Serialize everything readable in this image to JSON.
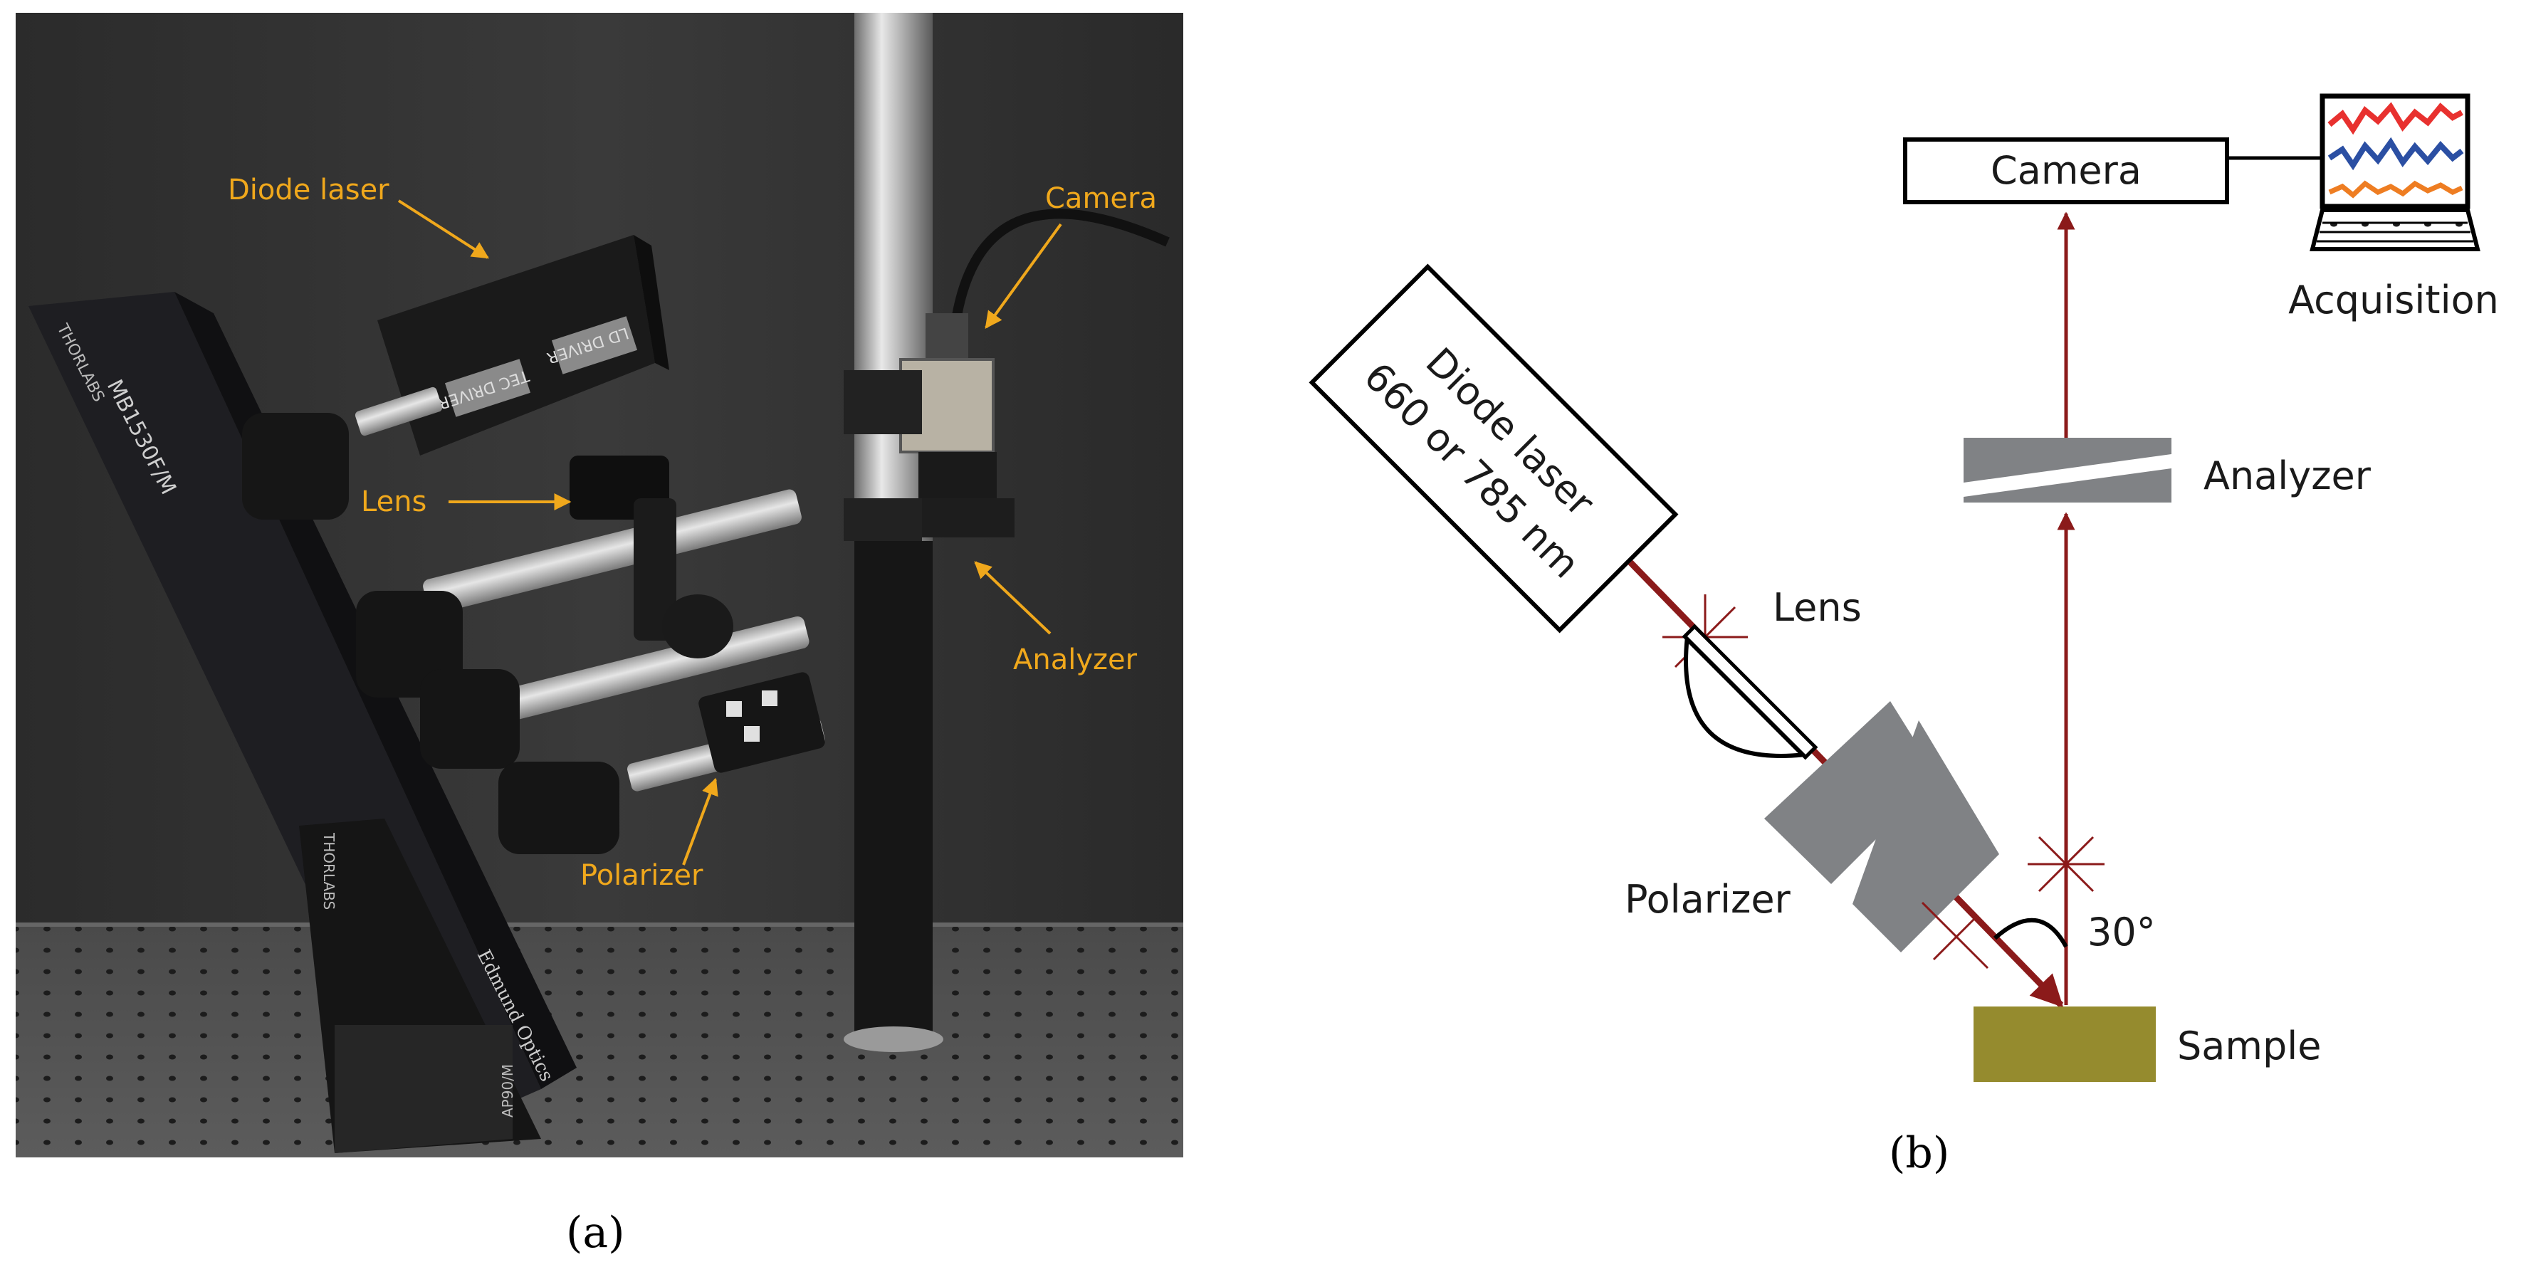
{
  "captions": {
    "a": "(a)",
    "b": "(b)"
  },
  "photo": {
    "labels": {
      "diode_laser": "Diode laser",
      "camera": "Camera",
      "lens": "Lens",
      "analyzer": "Analyzer",
      "polarizer": "Polarizer"
    },
    "equipment_text": {
      "breadboard": "MB1530F/M",
      "brand": "THORLABS",
      "brand_2": "THORLABS",
      "tec_driver": "TEC DRIVER",
      "ld_driver": "LD DRIVER",
      "mount": "Edmund Optics",
      "plate": "AP90/M"
    },
    "label_color": "#f0a81c"
  },
  "diagram": {
    "labels": {
      "camera": "Camera",
      "acquisition": "Acquisition",
      "laser_line1": "Diode laser",
      "laser_line2": "660 or 785 nm",
      "lens": "Lens",
      "analyzer": "Analyzer",
      "polarizer": "Polarizer",
      "angle": "30°",
      "sample": "Sample"
    },
    "colors": {
      "beam": "#8b1a1a",
      "sample": "#958b2e",
      "optic": "#808285",
      "outline": "#000000",
      "trace_red": "#e8312f",
      "trace_blue": "#2b4fa3",
      "trace_orange": "#ee7d22"
    }
  }
}
